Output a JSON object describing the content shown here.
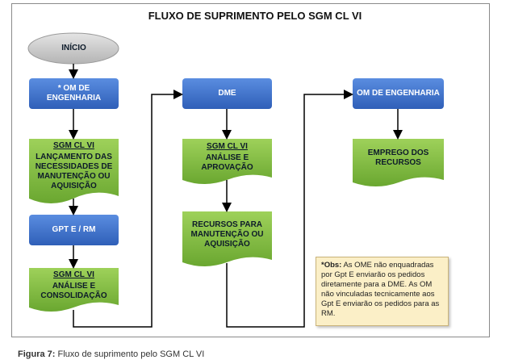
{
  "title": "FLUXO DE SUPRIMENTO PELO SGM CL VI",
  "nodes": {
    "inicio": "INÍCIO",
    "om_engenharia": "* OM DE ENGENHARIA",
    "lancamento_title": "SGM CL VI",
    "lancamento_body": "LANÇAMENTO DAS NECESSIDADES DE MANUTENÇÃO OU AQUISIÇÃO",
    "gpt_rm": "GPT E / RM",
    "consolidacao_title": "SGM CL VI",
    "consolidacao_body": "ANÁLISE E CONSOLIDAÇÃO",
    "dme": "DME",
    "aprovacao_title": "SGM CL VI",
    "aprovacao_body": "ANÁLISE E APROVAÇÃO",
    "recursos": "RECURSOS PARA MANUTENÇÃO OU AQUISIÇÃO",
    "om_engenharia_2": "OM DE ENGENHARIA",
    "emprego": "EMPREGO DOS RECURSOS"
  },
  "note": {
    "label": "*Obs:",
    "text": " As OME não enquadradas por Gpt E enviarão os pedidos diretamente para a DME. As OM não vinculadas tecnicamente aos Gpt E enviarão os pedidos para as RM."
  },
  "caption": {
    "label": "Figura 7:",
    "text": " Fluxo de suprimento pelo SGM CL VI"
  },
  "colors": {
    "blue": "#3d6fc9",
    "green": "#7fb83f",
    "gray": "#c8c8c8",
    "note": "#fbefc7"
  }
}
